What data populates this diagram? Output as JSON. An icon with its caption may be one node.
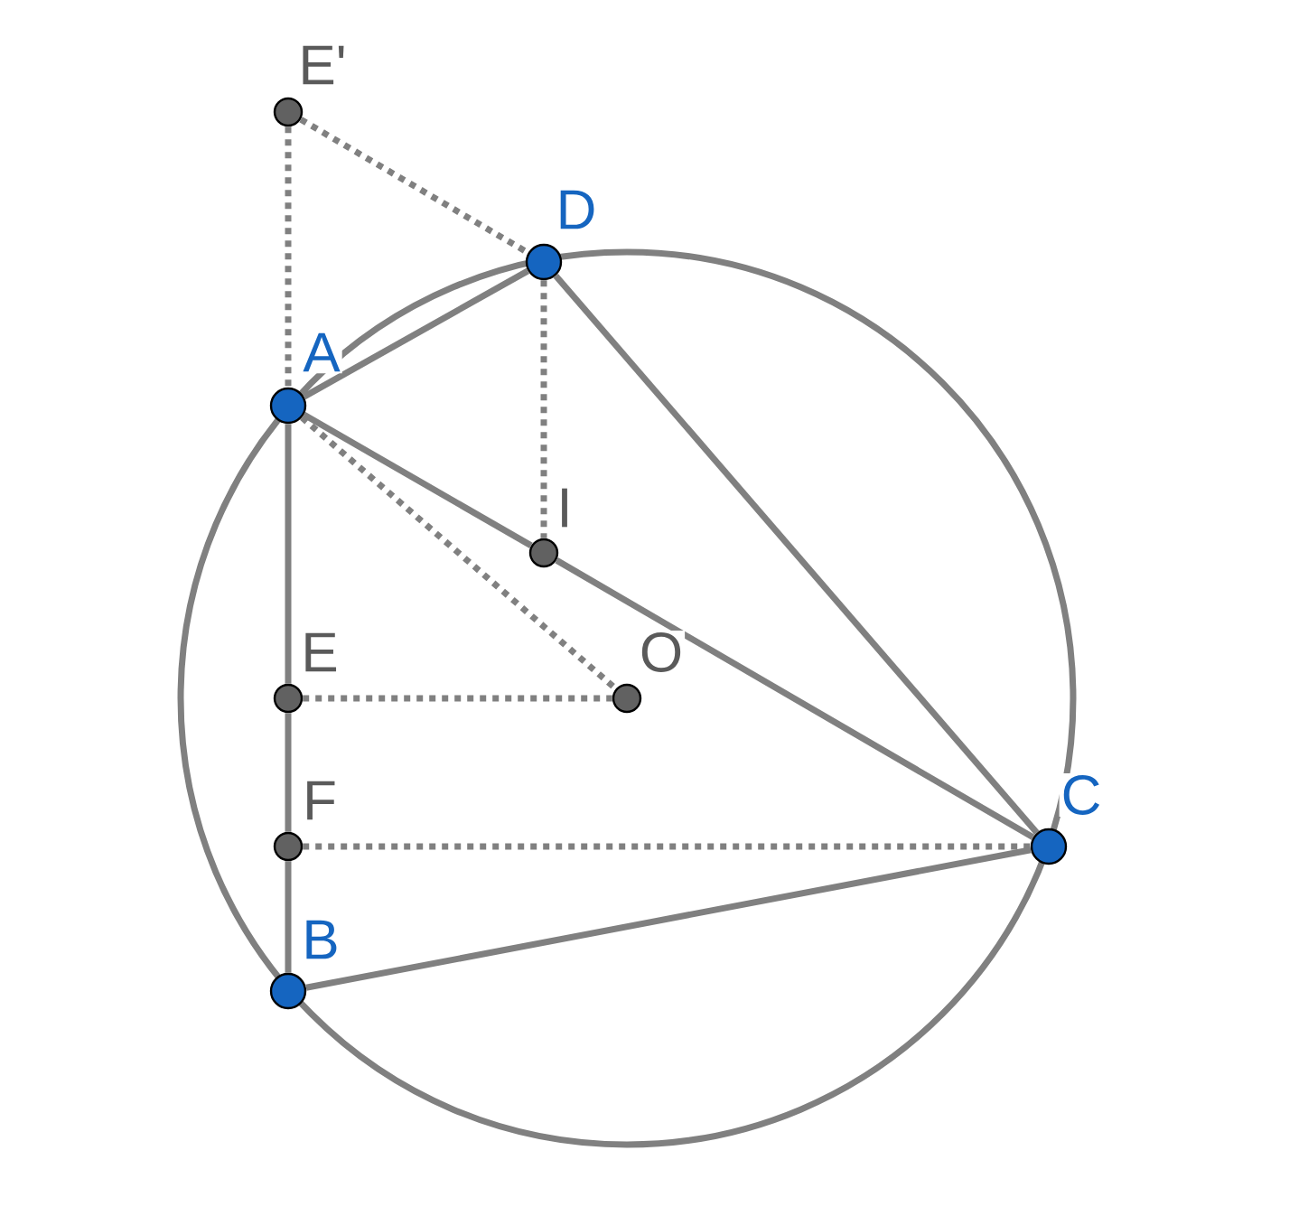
{
  "diagram": {
    "nodes": [
      {
        "text": [],
        "shape": "circle",
        "beside": [
          "E'"
        ]
      },
      {
        "text": [],
        "shape": "circle",
        "beside": [
          "D"
        ]
      },
      {
        "text": [],
        "shape": "circle",
        "beside": [
          "A"
        ]
      },
      {
        "text": [],
        "shape": "circle",
        "beside": [
          "I"
        ]
      },
      {
        "text": [],
        "shape": "circle",
        "beside": [
          "E"
        ]
      },
      {
        "text": [],
        "shape": "circle",
        "beside": [
          "O"
        ]
      },
      {
        "text": [],
        "shape": "circle",
        "beside": [
          "F"
        ]
      },
      {
        "text": [],
        "shape": "circle",
        "beside": [
          "C"
        ]
      },
      {
        "text": [],
        "shape": "circle",
        "beside": [
          "B"
        ]
      }
    ],
    "edges": [
      {
        "from": 0,
        "to": 2,
        "arrow": "none",
        "style": "dashed"
      },
      {
        "from": 0,
        "to": 1,
        "arrow": "none",
        "style": "dashed"
      },
      {
        "from": 2,
        "to": 1,
        "arrow": "none"
      },
      {
        "from": 1,
        "to": 7,
        "arrow": "none"
      },
      {
        "from": 1,
        "to": 3,
        "arrow": "none",
        "style": "dashed"
      },
      {
        "from": 2,
        "to": 3,
        "arrow": "none"
      },
      {
        "from": 3,
        "to": 7,
        "arrow": "none"
      },
      {
        "from": 2,
        "to": 5,
        "arrow": "none",
        "style": "dashed"
      },
      {
        "from": 2,
        "to": 4,
        "arrow": "none"
      },
      {
        "from": 4,
        "to": 6,
        "arrow": "none"
      },
      {
        "from": 6,
        "to": 8,
        "arrow": "none"
      },
      {
        "from": 4,
        "to": 5,
        "arrow": "none",
        "style": "dashed"
      },
      {
        "from": 6,
        "to": 7,
        "arrow": "none",
        "style": "dashed"
      },
      {
        "from": 8,
        "to": 7,
        "arrow": "none"
      }
    ]
  }
}
